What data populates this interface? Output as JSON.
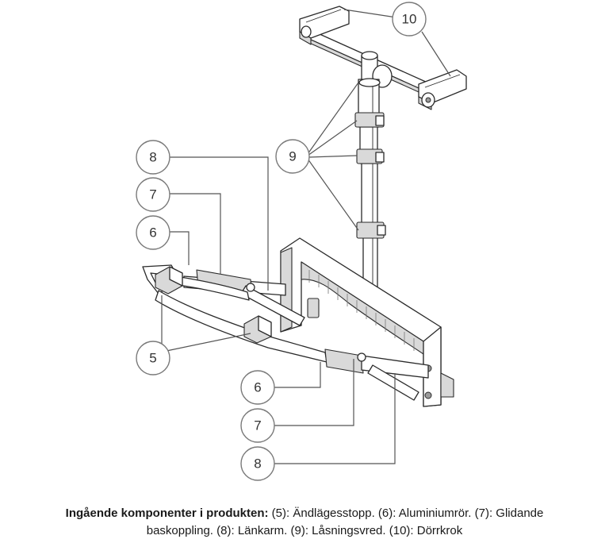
{
  "callouts": [
    {
      "id": "10a",
      "label": "10"
    },
    {
      "id": "9",
      "label": "9"
    },
    {
      "id": "8a",
      "label": "8"
    },
    {
      "id": "7a",
      "label": "7"
    },
    {
      "id": "6a",
      "label": "6"
    },
    {
      "id": "5",
      "label": "5"
    },
    {
      "id": "6b",
      "label": "6"
    },
    {
      "id": "7b",
      "label": "7"
    },
    {
      "id": "8b",
      "label": "8"
    }
  ],
  "caption": {
    "heading": "Ingående komponenter i produkten:",
    "line1": " (5): Ändlägesstopp. (6): Aluminiumrör. (7): Glidande",
    "line2": "baskoppling. (8): Länkarm. (9): Låsningsvred. (10): Dörrkrok"
  }
}
